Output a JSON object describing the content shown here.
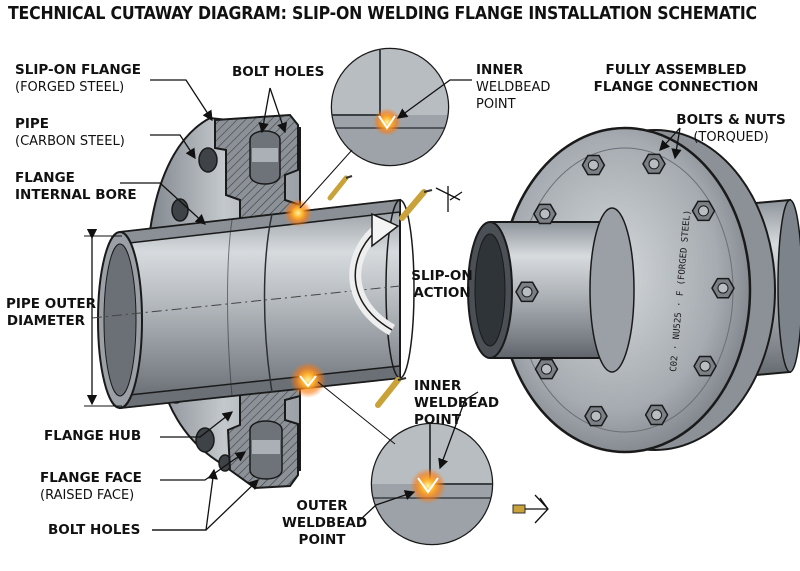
{
  "title": "TECHNICAL CUTAWAY DIAGRAM: SLIP-ON WELDING FLANGE INSTALLATION SCHEMATIC",
  "labels": {
    "slip_on_flange": {
      "main": "SLIP-ON FLANGE",
      "sub": "(FORGED STEEL)"
    },
    "pipe": {
      "main": "PIPE",
      "sub": "(CARBON STEEL)"
    },
    "flange_bore": {
      "line1": "FLANGE",
      "line2": "INTERNAL BORE"
    },
    "pipe_od": {
      "line1": "PIPE OUTER",
      "line2": "DIAMETER"
    },
    "flange_hub": "FLANGE HUB",
    "flange_face": {
      "main": "FLANGE FACE",
      "sub": "(RAISED FACE)"
    },
    "bolt_holes_top": "BOLT HOLES",
    "bolt_holes_bottom": "BOLT HOLES",
    "inner_weld_top": {
      "line1": "INNER",
      "line2": "WELDBEAD",
      "line3": "POINT"
    },
    "inner_weld_bottom": {
      "line1": "INNER",
      "line2": "WELDBEAD",
      "line3": "POINT"
    },
    "outer_weld": {
      "line1": "OUTER",
      "line2": "WELDBEAD",
      "line3": "POINT"
    },
    "slip_on_action": {
      "line1": "SLIP-ON",
      "line2": "ACTION"
    },
    "assembled": {
      "line1": "FULLY ASSEMBLED",
      "line2": "FLANGE CONNECTION"
    },
    "bolts_nuts": {
      "main": "BOLTS & NUTS",
      "sub": "(TORQUED)"
    }
  },
  "flange_marking": "C02 · NU525 · F (FORGED STEEL)",
  "colors": {
    "steel_light": "#c9cdd1",
    "steel_mid": "#9aa0a6",
    "steel_dark": "#5f656b",
    "outline": "#1a1a1a",
    "weld_glow": "#ff9a1f",
    "weld_core": "#ffe680"
  }
}
